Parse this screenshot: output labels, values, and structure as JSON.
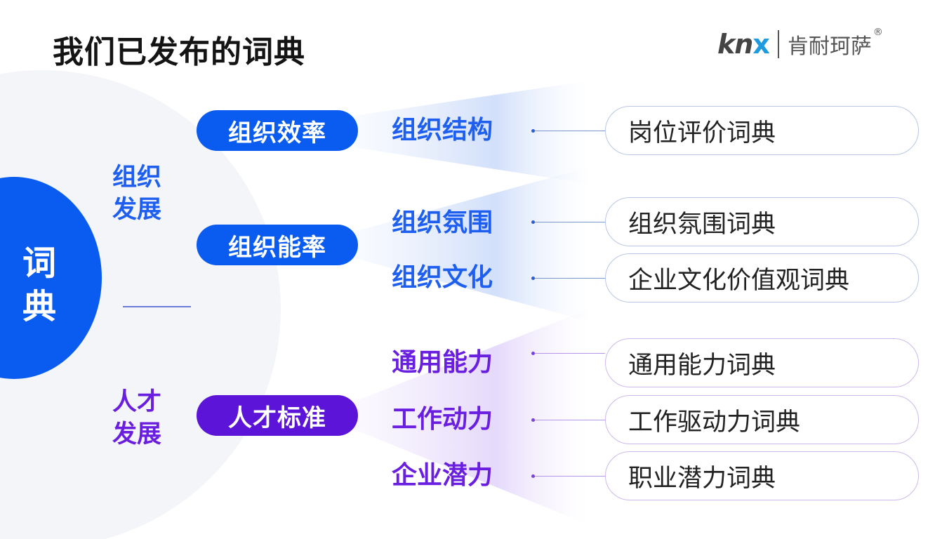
{
  "title": "我们已发布的词典",
  "logo": {
    "latin": "kn",
    "latin_accent": "x",
    "chinese": "肯耐珂萨",
    "reg": "®"
  },
  "core": {
    "chars": [
      "词",
      "典"
    ]
  },
  "groups": [
    {
      "lines": [
        "组织",
        "发展"
      ]
    },
    {
      "lines": [
        "人才",
        "发展"
      ]
    }
  ],
  "pills": [
    "组织效率",
    "组织能率",
    "人才标准"
  ],
  "subs": [
    "组织结构",
    "组织氛围",
    "组织文化",
    "通用能力",
    "工作动力",
    "企业潜力"
  ],
  "dictionaries": [
    "岗位评价词典",
    "组织氛围词典",
    "企业文化价值观词典",
    "通用能力词典",
    "工作驱动力词典",
    "职业潜力词典"
  ],
  "colors": {
    "blue": "#0a5cf0",
    "purple": "#5b14d8",
    "blue_text": "#1f5ff0",
    "purple_text": "#6a1fe0"
  }
}
